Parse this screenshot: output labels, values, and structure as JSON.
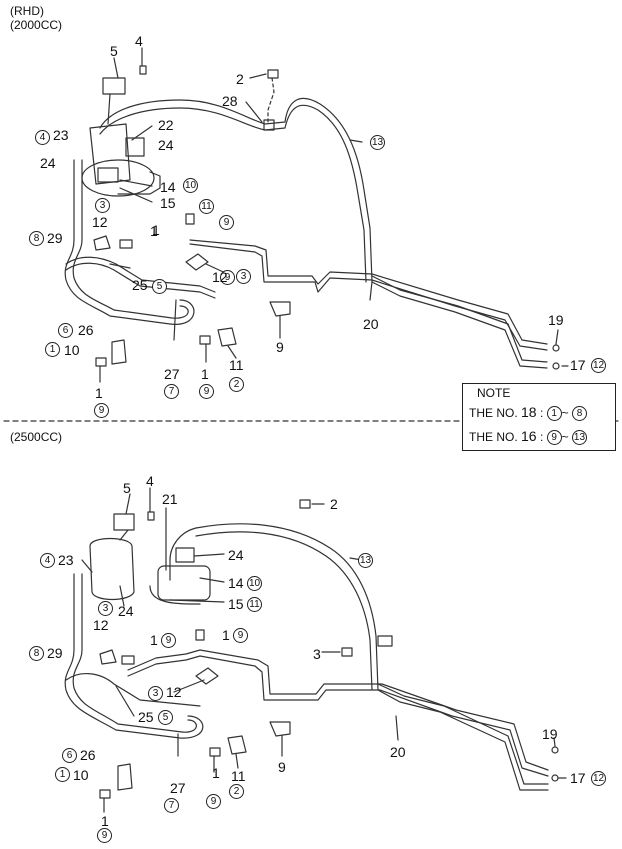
{
  "header": {
    "line1": "(RHD)",
    "line2": "(2000CC)"
  },
  "section2": {
    "title": "(2500CC)"
  },
  "note": {
    "title": "NOTE",
    "lines": [
      {
        "prefix": "THE NO.",
        "num": "18",
        "sep": ":",
        "from": "1",
        "tilde": "~",
        "to": "8"
      },
      {
        "prefix": "THE NO.",
        "num": "16",
        "sep": ":",
        "from": "9",
        "tilde": "~",
        "to": "13"
      }
    ]
  },
  "callouts_top": [
    {
      "t": "5",
      "c": false
    },
    {
      "t": "4",
      "c": false
    },
    {
      "t": "2",
      "c": false
    },
    {
      "t": "28",
      "c": false
    },
    {
      "t": "4",
      "c": true
    },
    {
      "t": "23",
      "c": false
    },
    {
      "t": "22",
      "c": false
    },
    {
      "t": "24",
      "c": false
    },
    {
      "t": "13",
      "c": true
    },
    {
      "t": "24",
      "c": false
    },
    {
      "t": "14",
      "c": false
    },
    {
      "t": "10",
      "c": true
    },
    {
      "t": "3",
      "c": true
    },
    {
      "t": "15",
      "c": false
    },
    {
      "t": "11",
      "c": true
    },
    {
      "t": "12",
      "c": false
    },
    {
      "t": "1",
      "c": false
    },
    {
      "t": "9",
      "c": true
    },
    {
      "t": "8",
      "c": true
    },
    {
      "t": "29",
      "c": false
    },
    {
      "t": "1",
      "c": false
    },
    {
      "t": "9",
      "c": true
    },
    {
      "t": "12",
      "c": false
    },
    {
      "t": "3",
      "c": true
    },
    {
      "t": "25",
      "c": false
    },
    {
      "t": "5",
      "c": true
    },
    {
      "t": "20",
      "c": false
    },
    {
      "t": "19",
      "c": false
    },
    {
      "t": "6",
      "c": true
    },
    {
      "t": "26",
      "c": false
    },
    {
      "t": "9",
      "c": false
    },
    {
      "t": "1",
      "c": true
    },
    {
      "t": "10",
      "c": false
    },
    {
      "t": "11",
      "c": false
    },
    {
      "t": "17",
      "c": false
    },
    {
      "t": "12",
      "c": true
    },
    {
      "t": "27",
      "c": false
    },
    {
      "t": "1",
      "c": false
    },
    {
      "t": "7",
      "c": true
    },
    {
      "t": "9",
      "c": true
    },
    {
      "t": "2",
      "c": true
    },
    {
      "t": "1",
      "c": false
    },
    {
      "t": "9",
      "c": true
    }
  ],
  "callouts_bottom": [
    {
      "t": "5",
      "c": false
    },
    {
      "t": "4",
      "c": false
    },
    {
      "t": "21",
      "c": false
    },
    {
      "t": "2",
      "c": false
    },
    {
      "t": "4",
      "c": true
    },
    {
      "t": "23",
      "c": false
    },
    {
      "t": "24",
      "c": false
    },
    {
      "t": "13",
      "c": true
    },
    {
      "t": "14",
      "c": false
    },
    {
      "t": "10",
      "c": true
    },
    {
      "t": "3",
      "c": true
    },
    {
      "t": "24",
      "c": false
    },
    {
      "t": "15",
      "c": false
    },
    {
      "t": "11",
      "c": true
    },
    {
      "t": "12",
      "c": false
    },
    {
      "t": "1",
      "c": false
    },
    {
      "t": "9",
      "c": true
    },
    {
      "t": "1",
      "c": false
    },
    {
      "t": "9",
      "c": true
    },
    {
      "t": "8",
      "c": true
    },
    {
      "t": "29",
      "c": false
    },
    {
      "t": "3",
      "c": false
    },
    {
      "t": "3",
      "c": true
    },
    {
      "t": "12",
      "c": false
    },
    {
      "t": "25",
      "c": false
    },
    {
      "t": "5",
      "c": true
    },
    {
      "t": "20",
      "c": false
    },
    {
      "t": "19",
      "c": false
    },
    {
      "t": "6",
      "c": true
    },
    {
      "t": "26",
      "c": false
    },
    {
      "t": "1",
      "c": false
    },
    {
      "t": "11",
      "c": false
    },
    {
      "t": "9",
      "c": false
    },
    {
      "t": "1",
      "c": true
    },
    {
      "t": "10",
      "c": false
    },
    {
      "t": "17",
      "c": false
    },
    {
      "t": "12",
      "c": true
    },
    {
      "t": "27",
      "c": false
    },
    {
      "t": "9",
      "c": true
    },
    {
      "t": "2",
      "c": true
    },
    {
      "t": "7",
      "c": true
    },
    {
      "t": "1",
      "c": false
    },
    {
      "t": "9",
      "c": true
    }
  ]
}
